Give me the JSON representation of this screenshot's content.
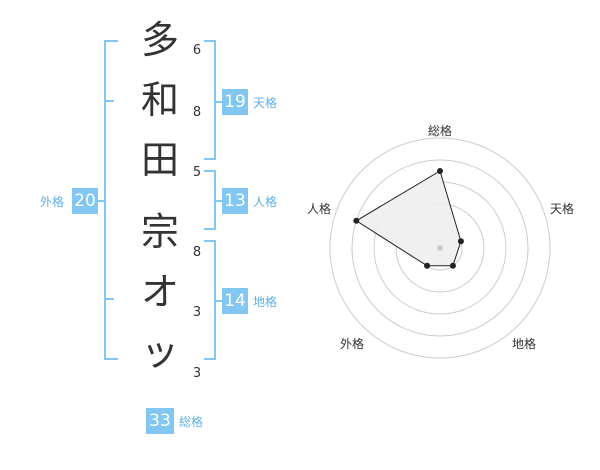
{
  "name_chars": [
    "多",
    "和",
    "田",
    "宗",
    "オ",
    "ッ"
  ],
  "strokes": [
    "6",
    "8",
    "5",
    "8",
    "3",
    "3"
  ],
  "scores": {
    "tenkaku": {
      "value": "19",
      "label": "天格"
    },
    "jinkaku": {
      "value": "13",
      "label": "人格"
    },
    "chikaku": {
      "value": "14",
      "label": "地格"
    },
    "gaikaku": {
      "value": "20",
      "label": "外格"
    },
    "soukaku": {
      "value": "33",
      "label": "総格"
    }
  },
  "radar": {
    "axes": [
      "総格",
      "天格",
      "地格",
      "外格",
      "人格"
    ],
    "levels": 5,
    "values": [
      3.5,
      1.0,
      1.0,
      1.0,
      4.0
    ],
    "colors": {
      "fill": "#eeeeee",
      "stroke": "#222222",
      "grid": "#cccccc",
      "accent": "#82c7f2"
    }
  }
}
